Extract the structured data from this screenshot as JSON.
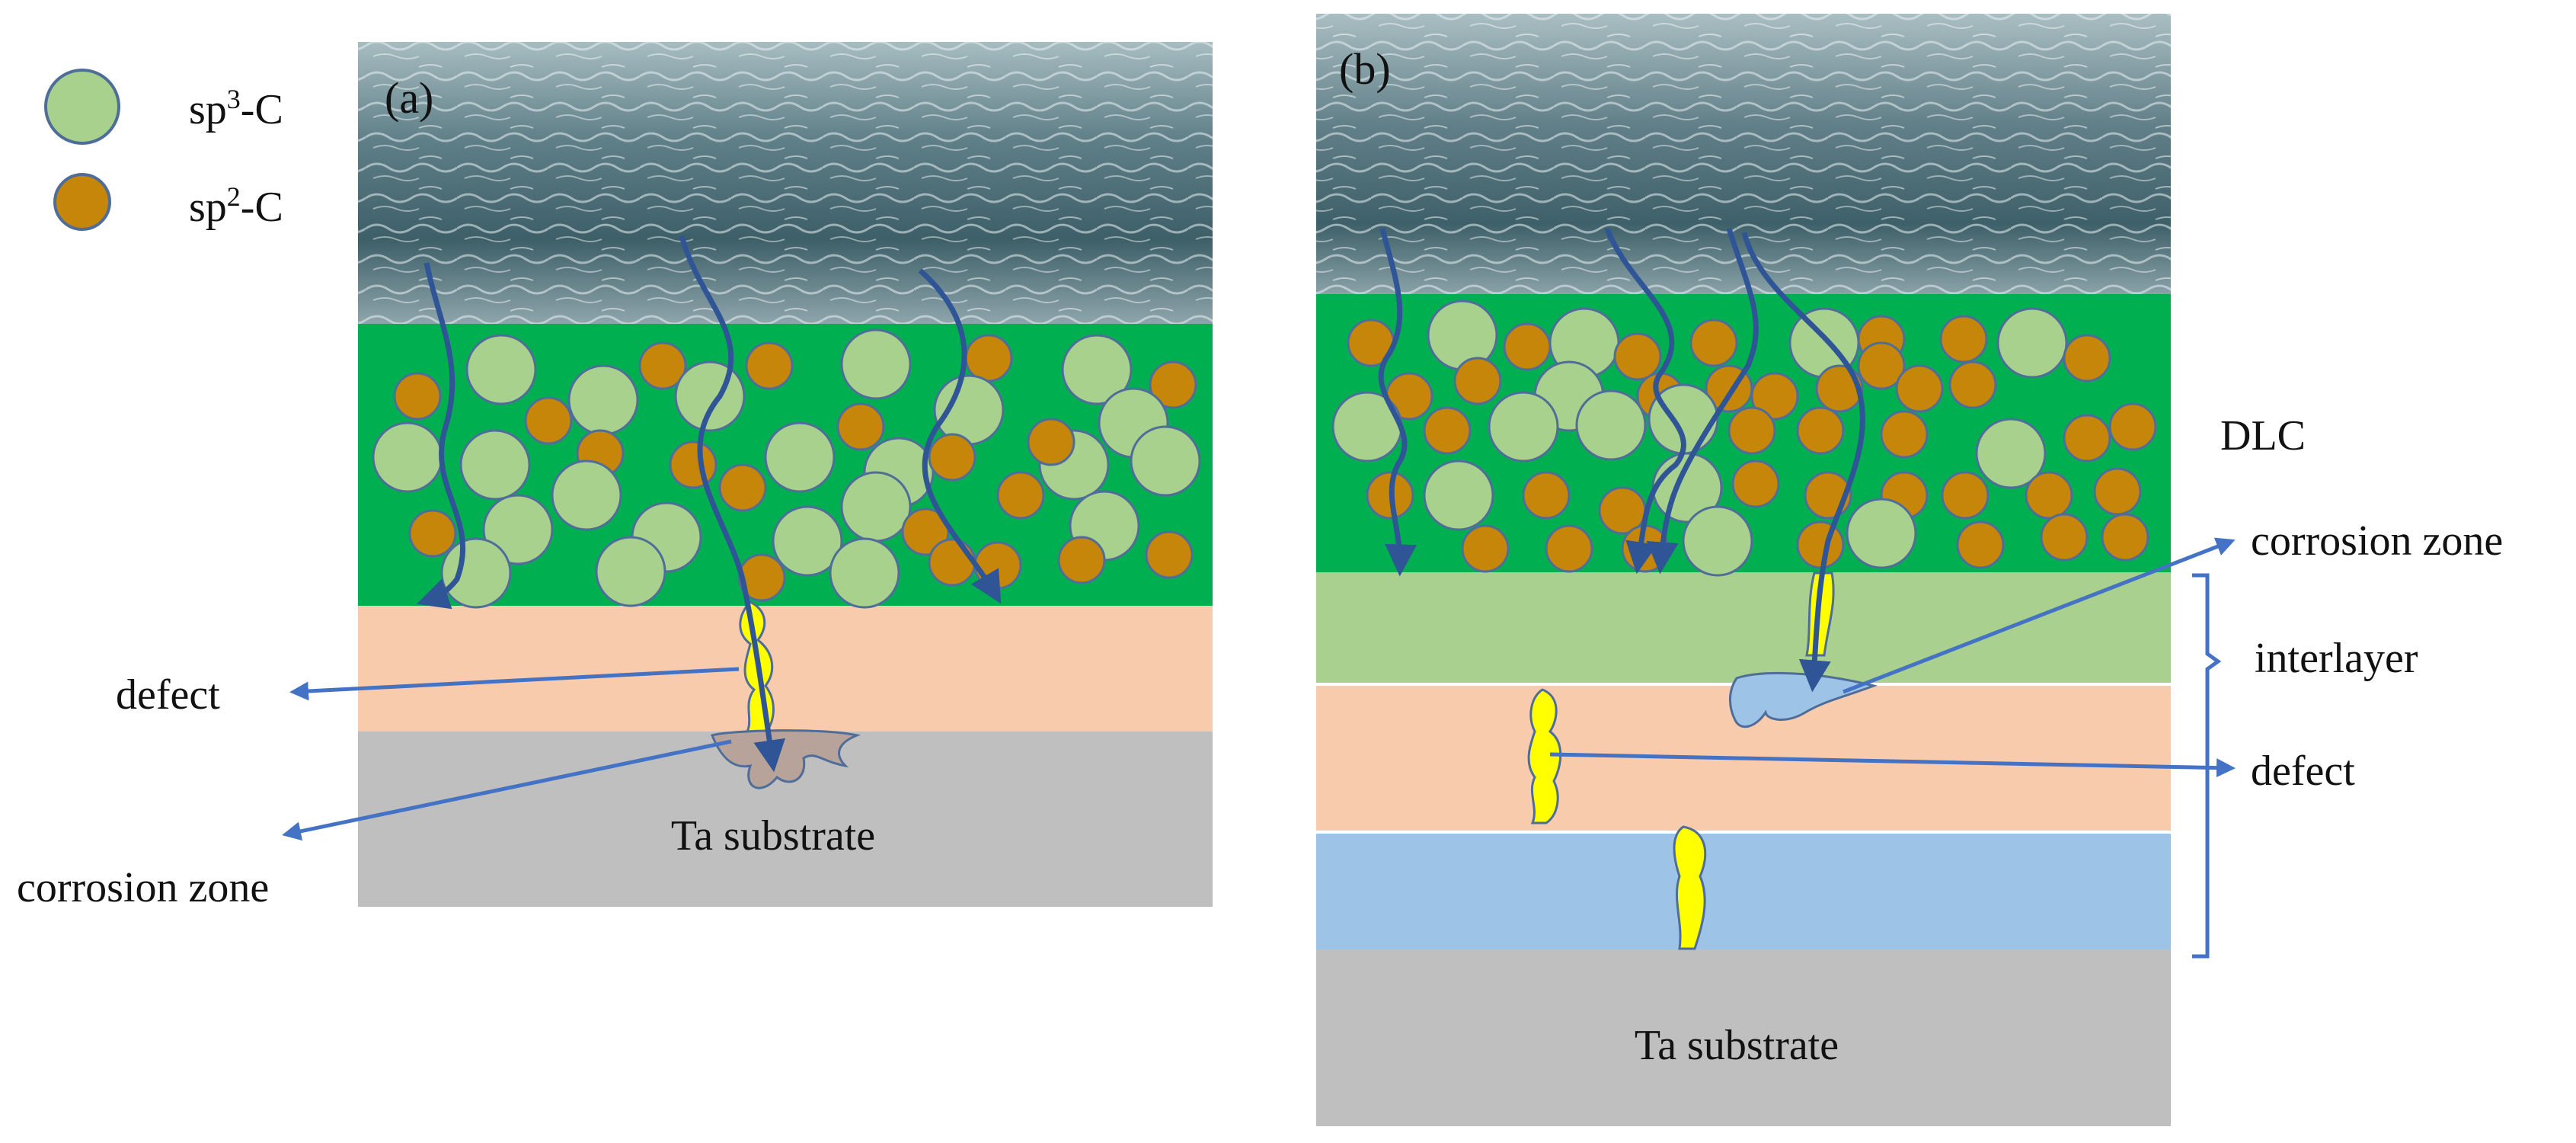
{
  "legend": {
    "items": [
      {
        "label_main": "sp",
        "label_sup": "3",
        "label_tail": "-C",
        "kind": "sp3"
      },
      {
        "label_main": "sp",
        "label_sup": "2",
        "label_tail": "-C",
        "kind": "sp2"
      }
    ]
  },
  "panels": {
    "a": {
      "label": "(a)",
      "substrate_label": "Ta substrate",
      "defect_label": "defect",
      "corrosion_label": "corrosion zone"
    },
    "b": {
      "label": "(b)",
      "dlc_label": "DLC",
      "corrosion_label": "corrosion zone",
      "interlayer_label": "interlayer",
      "defect_label": "defect",
      "substrate_label": "Ta substrate"
    }
  },
  "colors": {
    "sea_dark": "#3d5f68",
    "sea_light": "#8fa9ae",
    "dlc_green": "#00b050",
    "sp3_fill": "#a9d18e",
    "sp2_fill": "#c5860a",
    "particle_stroke": "#4f6d99",
    "pink_layer": "#f8cbad",
    "light_green_layer": "#a9d08e",
    "blue_layer": "#9dc3e6",
    "substrate_gray": "#bfbfbf",
    "defect_yellow": "#ffff00",
    "arrow_dark": "#2f5597",
    "leader_blue": "#4472c4",
    "corrosion_a": "#b8a39a",
    "corrosion_b": "#9dc3e6"
  }
}
